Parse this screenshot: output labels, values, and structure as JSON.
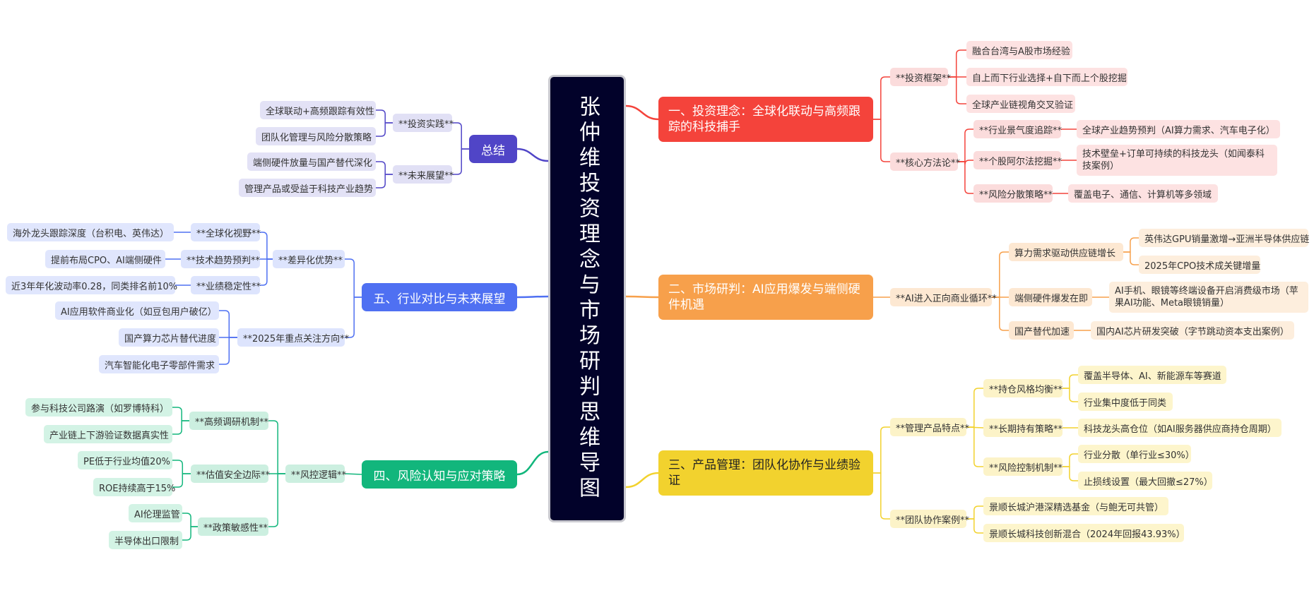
{
  "center": {
    "title": "张仲维投资理念与市场研判思维导图"
  },
  "branches": {
    "philosophy": {
      "title": "一、投资理念：全球化联动与高频跟踪的科技捕手",
      "framework": {
        "label": "**投资框架**",
        "items": [
          "融合台湾与A股市场经验",
          "自上而下行业选择+自下而上个股挖掘",
          "全球产业链视角交叉验证"
        ]
      },
      "method": {
        "label": "**核心方法论**",
        "cycle": {
          "label": "**行业景气度追踪**",
          "item": "全球产业趋势预判（AI算力需求、汽车电子化）"
        },
        "alpha": {
          "label": "**个股阿尔法挖掘**",
          "item": "技术壁垒+订单可持续的科技龙头（如闻泰科技案例）"
        },
        "risk": {
          "label": "**风险分散策略**",
          "item": "覆盖电子、通信、计算机等多领域"
        }
      }
    },
    "market": {
      "title": "二、市场研判：AI应用爆发与端侧硬件机遇",
      "cycle_label": "**AI进入正向商业循环**",
      "compute": {
        "label": "算力需求驱动供应链增长",
        "items": [
          "英伟达GPU销量激增→亚洲半导体供应链",
          "2025年CPO技术成关键增量"
        ]
      },
      "edge": {
        "label": "端侧硬件爆发在即",
        "item": "AI手机、眼镜等终端设备开启消费级市场（苹果AI功能、Meta眼镜销量）"
      },
      "domestic": {
        "label": "国产替代加速",
        "item": "国内AI芯片研发突破（字节跳动资本支出案例）"
      }
    },
    "product": {
      "title": "三、产品管理：团队化协作与业绩验证",
      "features": {
        "label": "**管理产品特点**",
        "balance": {
          "label": "**持仓风格均衡**",
          "items": [
            "覆盖半导体、AI、新能源车等赛道",
            "行业集中度低于同类"
          ]
        },
        "longterm": {
          "label": "**长期持有策略**",
          "item": "科技龙头高仓位（如AI服务器供应商持仓周期）"
        },
        "riskctl": {
          "label": "**风险控制机制**",
          "items": [
            "行业分散（单行业≤30%）",
            "止损线设置（最大回撤≤27%）"
          ]
        }
      },
      "team": {
        "label": "**团队协作案例**",
        "items": [
          "景顺长城沪港深精选基金（与鲍无可共管）",
          "景顺长城科技创新混合（2024年回报43.93%）"
        ]
      }
    },
    "risk": {
      "title": "四、风险认知与应对策略",
      "logic_label": "**风控逻辑**",
      "research": {
        "label": "**高频调研机制**",
        "items": [
          "参与科技公司路演（如罗博特科）",
          "产业链上下游验证数据真实性"
        ]
      },
      "valuation": {
        "label": "**估值安全边际**",
        "items": [
          "PE低于行业均值20%",
          "ROE持续高于15%"
        ]
      },
      "policy": {
        "label": "**政策敏感性**",
        "items": [
          "AI伦理监管",
          "半导体出口限制"
        ]
      }
    },
    "compare": {
      "title": "五、行业对比与未来展望",
      "edge_label": "**差异化优势**",
      "global": {
        "label": "**全球化视野**",
        "item": "海外龙头跟踪深度（台积电、英伟达）"
      },
      "trend": {
        "label": "**技术趋势预判**",
        "item": "提前布局CPO、AI端侧硬件"
      },
      "stable": {
        "label": "**业绩稳定性**",
        "item": "近3年年化波动率0.28，同类排名前10%"
      },
      "focus": {
        "label": "**2025年重点关注方向**",
        "items": [
          "AI应用软件商业化（如豆包用户破亿）",
          "国产算力芯片替代进度",
          "汽车智能化电子零部件需求"
        ]
      }
    },
    "summary": {
      "title": "总结",
      "practice": {
        "label": "**投资实践**",
        "items": [
          "全球联动+高频跟踪有效性",
          "团队化管理与风险分散策略"
        ]
      },
      "outlook": {
        "label": "**未来展望**",
        "items": [
          "端侧硬件放量与国产替代深化",
          "管理产品或受益于科技产业趋势"
        ]
      }
    }
  },
  "colors": {
    "red": "#f4433b",
    "orange": "#f7a04b",
    "yellow": "#f2d22e",
    "green": "#12b67c",
    "blue": "#4f70f2",
    "purple": "#5045c7"
  }
}
